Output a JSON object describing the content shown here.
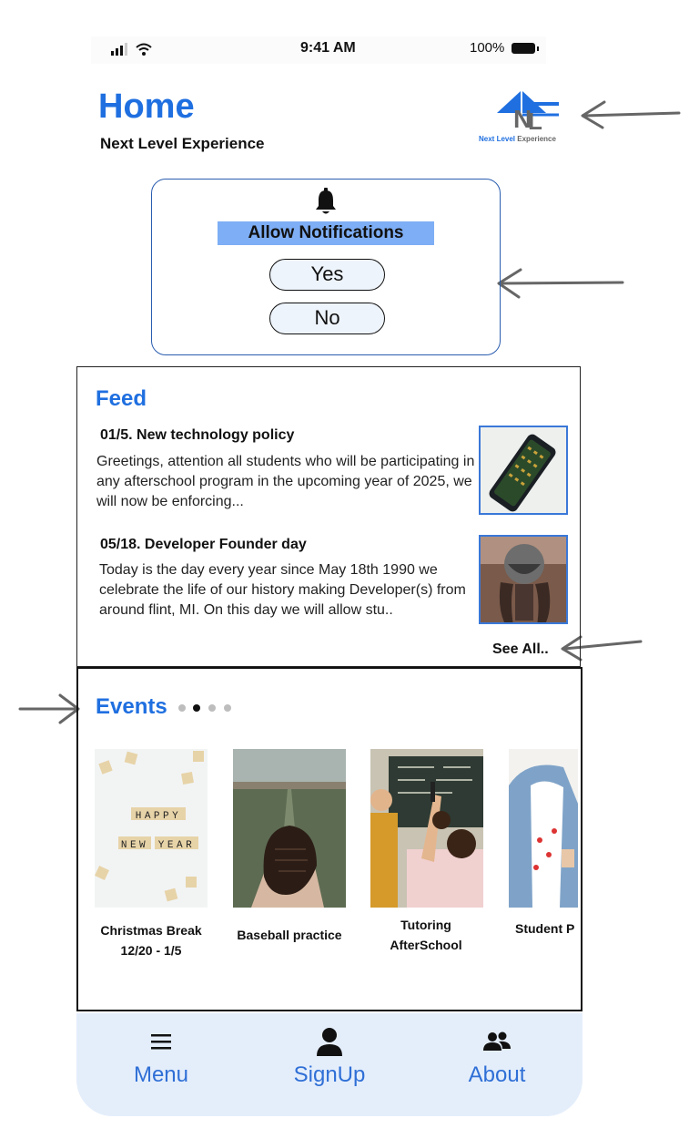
{
  "status_bar": {
    "time": "9:41 AM",
    "battery": "100%"
  },
  "header": {
    "title": "Home",
    "subtitle": "Next Level Experience"
  },
  "logo": {
    "text_primary": "Next Level",
    "text_secondary": "Experience"
  },
  "notification": {
    "label": "Allow Notifications",
    "yes_label": "Yes",
    "no_label": "No"
  },
  "feed": {
    "title": "Feed",
    "posts": [
      {
        "heading": "01/5.  New technology policy",
        "body": "Greetings, attention all students who will be participating in any afterschool program in the upcoming year of 2025, we will now be enforcing..."
      },
      {
        "heading": "05/18. Developer Founder day",
        "body": "Today is the day every year since May 18th 1990 we celebrate the life of our history making Developer(s) from around flint, MI. On this day we  will allow stu.."
      }
    ],
    "see_all": "See All.."
  },
  "events": {
    "title": "Events",
    "items": [
      {
        "line1": "Christmas Break",
        "line2": "12/20 - 1/5",
        "tiles": [
          "HAPPY",
          "NEW",
          "YEAR"
        ]
      },
      {
        "line1": "Baseball practice",
        "line2": ""
      },
      {
        "line1": "Tutoring",
        "line2": "AfterSchool"
      },
      {
        "line1": "Student P",
        "line2": ""
      }
    ]
  },
  "nav": {
    "menu": "Menu",
    "signup": "SignUp",
    "about": "About"
  },
  "colors": {
    "accent": "#1f6fe0",
    "nav_bg": "#e4eefb",
    "notif_label_bg": "#7eaef5"
  }
}
